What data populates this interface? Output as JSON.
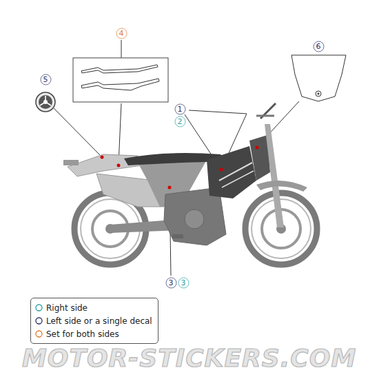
{
  "diagram": {
    "nodes": [
      {
        "text": [
          "4"
        ]
      },
      {
        "text": [
          "6"
        ]
      },
      {
        "text": [
          "5"
        ]
      },
      {
        "text": [
          "1"
        ]
      },
      {
        "text": [
          "2"
        ]
      },
      {
        "text": [
          "3"
        ]
      },
      {
        "text": [
          "3"
        ]
      }
    ],
    "labels": [
      "MOTOR-STICKERS.COM"
    ],
    "legend": [
      {
        "text": "Right side"
      },
      {
        "text": "Left side or a single decal"
      },
      {
        "text": "Set for both sides"
      }
    ]
  }
}
